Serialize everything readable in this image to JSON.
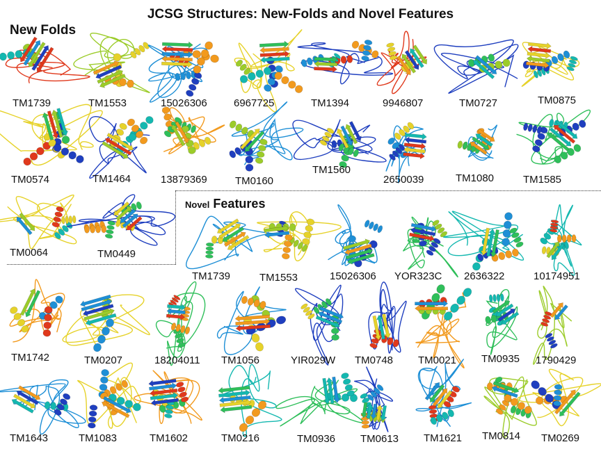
{
  "title": "JCSG Structures: New-Folds and Novel Features",
  "sections": {
    "new_folds": "New Folds",
    "novel_small": "Novel",
    "novel_big": "Features"
  },
  "structures": [
    {
      "label": "TM1739",
      "section": "new_folds"
    },
    {
      "label": "TM1553",
      "section": "new_folds"
    },
    {
      "label": "15026306",
      "section": "new_folds"
    },
    {
      "label": "6967725",
      "section": "new_folds"
    },
    {
      "label": "TM1394",
      "section": "new_folds"
    },
    {
      "label": "9946807",
      "section": "new_folds"
    },
    {
      "label": "TM0727",
      "section": "new_folds"
    },
    {
      "label": "TM0875",
      "section": "new_folds"
    },
    {
      "label": "TM0574",
      "section": "new_folds"
    },
    {
      "label": "TM1464",
      "section": "new_folds"
    },
    {
      "label": "13879369",
      "section": "new_folds"
    },
    {
      "label": "TM0160",
      "section": "new_folds"
    },
    {
      "label": "TM1560",
      "section": "new_folds"
    },
    {
      "label": "2650039",
      "section": "new_folds"
    },
    {
      "label": "TM1080",
      "section": "new_folds"
    },
    {
      "label": "TM1585",
      "section": "new_folds"
    },
    {
      "label": "TM0064",
      "section": "new_folds"
    },
    {
      "label": "TM0449",
      "section": "new_folds"
    },
    {
      "label": "TM1739",
      "section": "novel_features"
    },
    {
      "label": "TM1553",
      "section": "novel_features"
    },
    {
      "label": "15026306",
      "section": "novel_features"
    },
    {
      "label": "YOR323C",
      "section": "novel_features"
    },
    {
      "label": "2636322",
      "section": "novel_features"
    },
    {
      "label": "10174951",
      "section": "novel_features"
    },
    {
      "label": "TM1742",
      "section": "other"
    },
    {
      "label": "TM0207",
      "section": "other"
    },
    {
      "label": "18204011",
      "section": "other"
    },
    {
      "label": "TM1056",
      "section": "other"
    },
    {
      "label": "YIR029W",
      "section": "other"
    },
    {
      "label": "TM0748",
      "section": "other"
    },
    {
      "label": "TM0021",
      "section": "other"
    },
    {
      "label": "TM0935",
      "section": "other"
    },
    {
      "label": "1790429",
      "section": "other"
    },
    {
      "label": "TM1643",
      "section": "other"
    },
    {
      "label": "TM1083",
      "section": "other"
    },
    {
      "label": "TM1602",
      "section": "other"
    },
    {
      "label": "TM0216",
      "section": "other"
    },
    {
      "label": "TM0936",
      "section": "other"
    },
    {
      "label": "TM0613",
      "section": "other"
    },
    {
      "label": "TM1621",
      "section": "other"
    },
    {
      "label": "TM0814",
      "section": "other"
    },
    {
      "label": "TM0269",
      "section": "other"
    }
  ],
  "palette": [
    "#1f3fbf",
    "#1e8fd6",
    "#14b8b0",
    "#2fbf5a",
    "#9ccc2a",
    "#e6d22a",
    "#f29a1e",
    "#e0391c",
    "#c8a0c8",
    "#e0207a",
    "#a0a0a0"
  ]
}
